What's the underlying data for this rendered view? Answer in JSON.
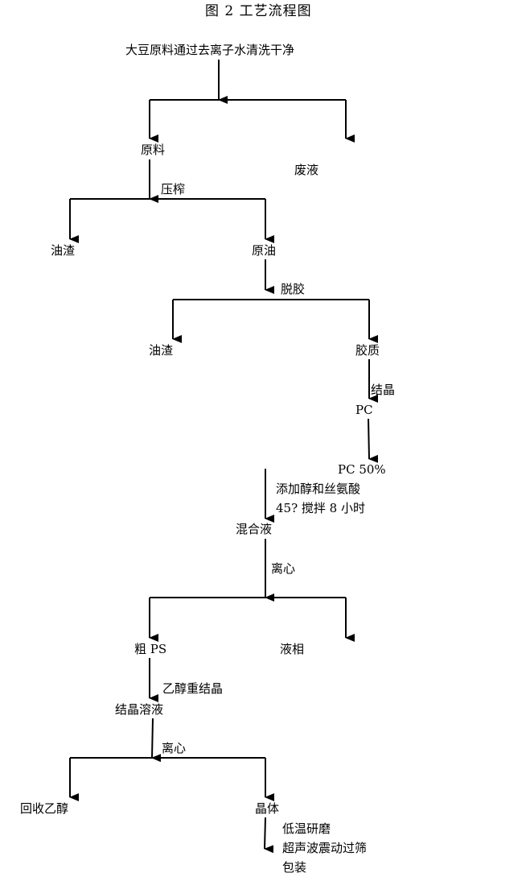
{
  "title": "图 2    工艺流程图",
  "nodes": {
    "soy": "大豆原料通过去离子水清洗干净",
    "raw": "原料",
    "waste": "废液",
    "press": "压榨",
    "residue1": "油渣",
    "crude_oil": "原油",
    "degum": "脱胶",
    "residue2": "油渣",
    "gum": "胶质",
    "crystallize": "结晶",
    "pc": "PC",
    "pc50": "PC 50%",
    "add": "添加醇和丝氨酸",
    "cond": "45?    搅拌 8 小时",
    "mix": "混合液",
    "centrifuge1": "离心",
    "crude_ps": "粗 PS",
    "liquid": "液相",
    "recryst": "乙醇重结晶",
    "cryst_sol": "结晶溶液",
    "centrifuge2": "离心",
    "recover": "回收乙醇",
    "crystal": "晶体",
    "grind": "低温研磨",
    "sieve": "超声波震动过筛",
    "pack": "包装"
  },
  "colors": {
    "line": "#000000",
    "text": "#000000",
    "background": "#ffffff"
  }
}
